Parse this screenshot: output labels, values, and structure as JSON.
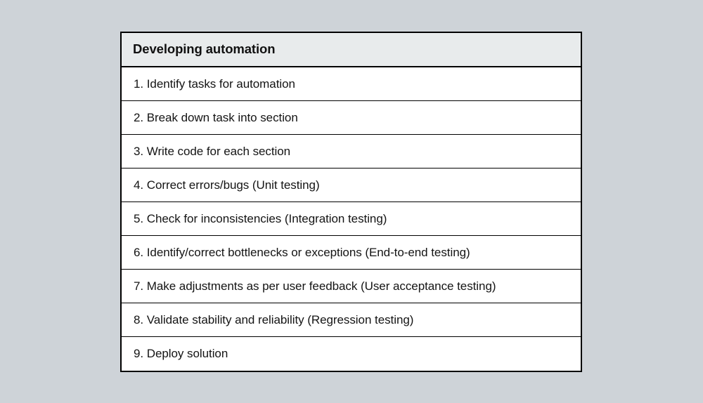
{
  "page": {
    "background_color": "#ced3d8"
  },
  "table": {
    "header": {
      "title": "Developing automation",
      "background_color": "#e8ebec",
      "text_color": "#111111"
    },
    "border_color": "#000000",
    "row_background_color": "#ffffff",
    "rows": [
      {
        "text": "1. Identify tasks for automation"
      },
      {
        "text": "2. Break down task into section"
      },
      {
        "text": "3. Write code for each section"
      },
      {
        "text": "4. Correct errors/bugs (Unit testing)"
      },
      {
        "text": "5. Check for inconsistencies (Integration testing)"
      },
      {
        "text": "6. Identify/correct bottlenecks or exceptions (End-to-end testing)"
      },
      {
        "text": "7. Make adjustments as per user feedback (User acceptance testing)"
      },
      {
        "text": "8. Validate stability and reliability (Regression testing)"
      },
      {
        "text": "9. Deploy solution"
      }
    ]
  }
}
